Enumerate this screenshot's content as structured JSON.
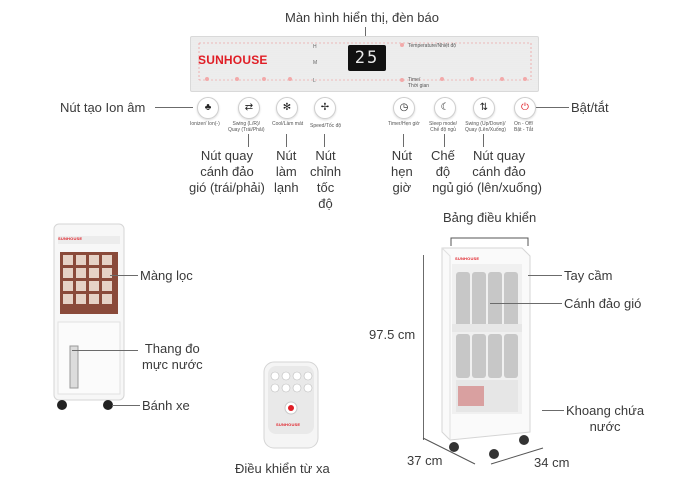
{
  "labels": {
    "display_indicator": "Màn hình hiển thị, đèn báo",
    "ion": "Nút tạo Ion âm",
    "power": "Bật/tắt",
    "swing_lr": "Nút quay\ncánh đảo\ngió (trái/phải)",
    "cool": "Nút\nlàm\nlạnh",
    "speed": "Nút\nchỉnh\ntốc\nđộ",
    "timer": "Nút\nhẹn\ngiờ",
    "sleep": "Chế\nđộ\nngủ",
    "swing_ud": "Nút quay\ncánh đảo\ngió (lên/xuống)",
    "control_panel": "Bảng điều khiển",
    "filter": "Màng lọc",
    "water_gauge": "Thang đo\nmực nước",
    "wheel": "Bánh xe",
    "remote": "Điều khiển từ xa",
    "handle": "Tay cầm",
    "louver": "Cánh đảo gió",
    "tank": "Khoang chứa\nnước",
    "height": "97.5 cm",
    "width": "37 cm",
    "depth": "34 cm"
  },
  "panel": {
    "brand": "SUNHOUSE",
    "display_value": "25",
    "h": "H",
    "m": "M",
    "l": "L",
    "temp_label": "Temperature/Nhiệt độ",
    "time_label": "Time/\nThời gian",
    "buttons": [
      {
        "icon": "♣",
        "text": "Ionizer/ Ion(-)"
      },
      {
        "icon": "⇄",
        "text": "Swing (L/R)/\nQuay (Trái/Phải)"
      },
      {
        "icon": "✻",
        "text": "Cool/Làm mát"
      },
      {
        "icon": "✢",
        "text": "Speed/Tốc độ"
      },
      {
        "icon": "◷",
        "text": "Timer/Hẹn giờ"
      },
      {
        "icon": "☾",
        "text": "Sleep mode/\nChế độ ngủ"
      },
      {
        "icon": "⇅",
        "text": "Swing (Up/Down)/\nQuay (Lên/Xuống)"
      },
      {
        "icon": "⏻",
        "text": "On - Off/\nBật - Tắt"
      }
    ]
  },
  "remote": {
    "brand": "SUNHOUSE"
  },
  "product": {
    "brand": "SUNHOUSE"
  },
  "colors": {
    "brand_red": "#e01e26",
    "filter_brown": "#8a4a3a"
  }
}
